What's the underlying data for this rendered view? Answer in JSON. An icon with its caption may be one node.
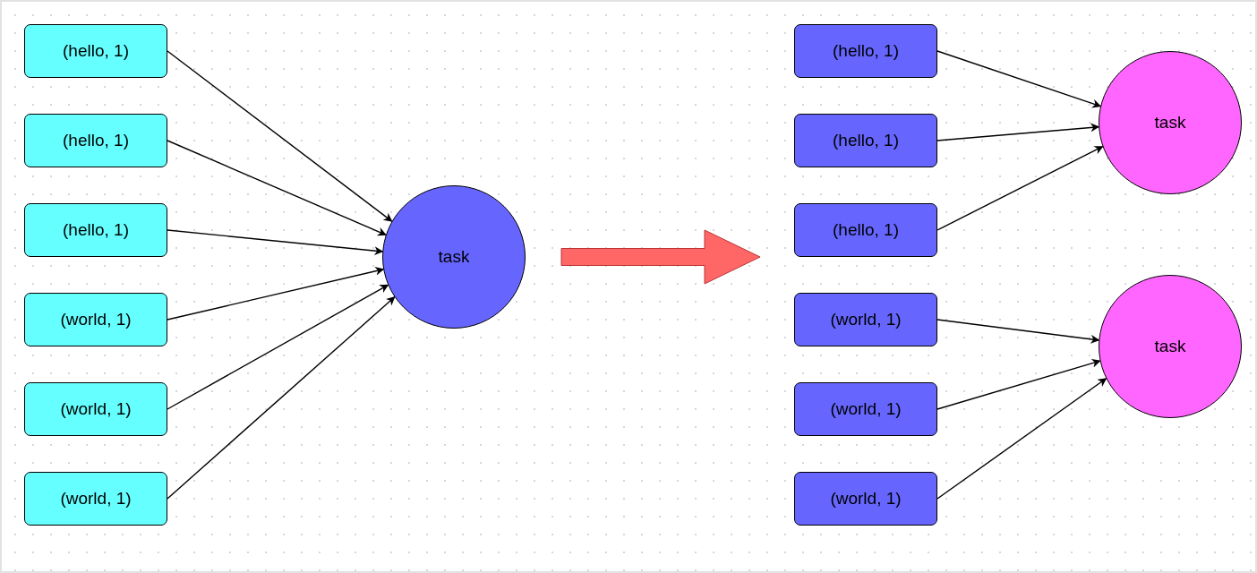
{
  "diagram": {
    "nodes": [
      {
        "text": [
          "(hello, 1)"
        ]
      },
      {
        "text": [
          "(hello, 1)"
        ]
      },
      {
        "text": [
          "(hello, 1)"
        ]
      },
      {
        "text": [
          "(world, 1)"
        ]
      },
      {
        "text": [
          "(world, 1)"
        ]
      },
      {
        "text": [
          "(world, 1)"
        ]
      },
      {
        "text": [
          "task"
        ]
      },
      {
        "text": [
          "(hello, 1)"
        ]
      },
      {
        "text": [
          "(hello, 1)"
        ]
      },
      {
        "text": [
          "(hello, 1)"
        ]
      },
      {
        "text": [
          "(world, 1)"
        ]
      },
      {
        "text": [
          "(world, 1)"
        ]
      },
      {
        "text": [
          "(world, 1)"
        ]
      },
      {
        "text": [
          "task"
        ]
      },
      {
        "text": [
          "task"
        ]
      }
    ],
    "edges": [
      {
        "from": 0,
        "to": 6,
        "arrow": "to"
      },
      {
        "from": 1,
        "to": 6,
        "arrow": "to"
      },
      {
        "from": 2,
        "to": 6,
        "arrow": "to"
      },
      {
        "from": 3,
        "to": 6,
        "arrow": "to"
      },
      {
        "from": 4,
        "to": 6,
        "arrow": "to"
      },
      {
        "from": 5,
        "to": 6,
        "arrow": "to"
      },
      {
        "from": 7,
        "to": 13,
        "arrow": "to"
      },
      {
        "from": 8,
        "to": 13,
        "arrow": "to"
      },
      {
        "from": 9,
        "to": 13,
        "arrow": "to"
      },
      {
        "from": 10,
        "to": 14,
        "arrow": "to"
      },
      {
        "from": 11,
        "to": 14,
        "arrow": "to"
      },
      {
        "from": 12,
        "to": 14,
        "arrow": "to"
      },
      {
        "from": 6,
        "to": 9,
        "arrow": "to",
        "style": "thick",
        "color": "#ff6666"
      }
    ]
  }
}
